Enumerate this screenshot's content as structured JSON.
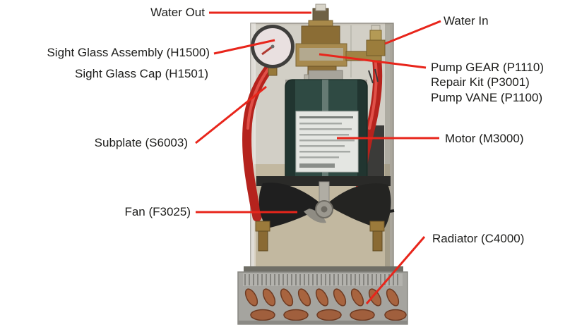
{
  "diagram": {
    "labels": {
      "water_out": "Water Out",
      "water_in": "Water In",
      "sight_glass_assembly": "Sight Glass Assembly (H1500)",
      "sight_glass_cap": "Sight Glass Cap (H1501)",
      "pump_kit": [
        "Pump GEAR (P1110)",
        "Repair Kit (P3001)",
        "Pump VANE (P1100)"
      ],
      "subplate": "Subplate (S6003)",
      "motor": "Motor (M3000)",
      "fan": "Fan (F3025)",
      "radiator": "Radiator (C4000)"
    },
    "colors": {
      "leader_line": "#e8251b",
      "label_text": "#1d1d1b",
      "background": "#ffffff",
      "motor_body": "#2f4a43",
      "hose_red": "#b5231d",
      "brass": "#a88a4e",
      "copper": "#a8643f"
    }
  }
}
